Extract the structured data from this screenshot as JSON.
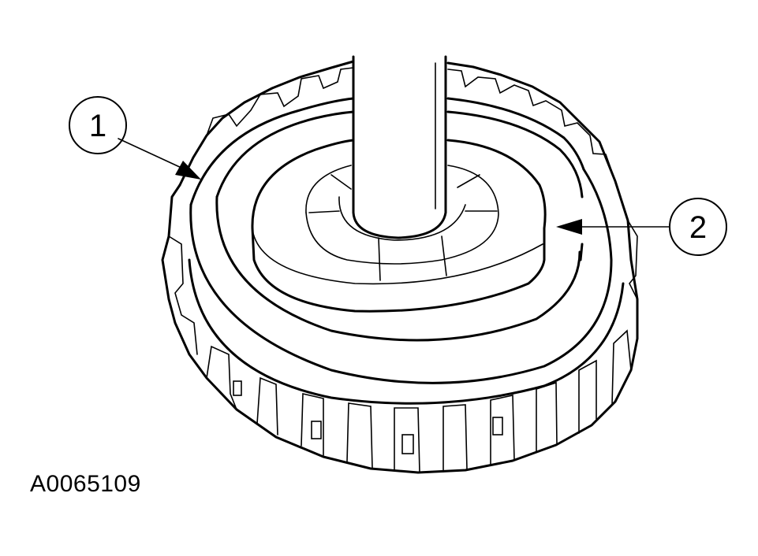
{
  "figure": {
    "code": "A0065109",
    "callouts": [
      {
        "id": "1",
        "label": "1"
      },
      {
        "id": "2",
        "label": "2"
      }
    ],
    "colors": {
      "ink": "#000000",
      "paper": "#ffffff"
    }
  }
}
